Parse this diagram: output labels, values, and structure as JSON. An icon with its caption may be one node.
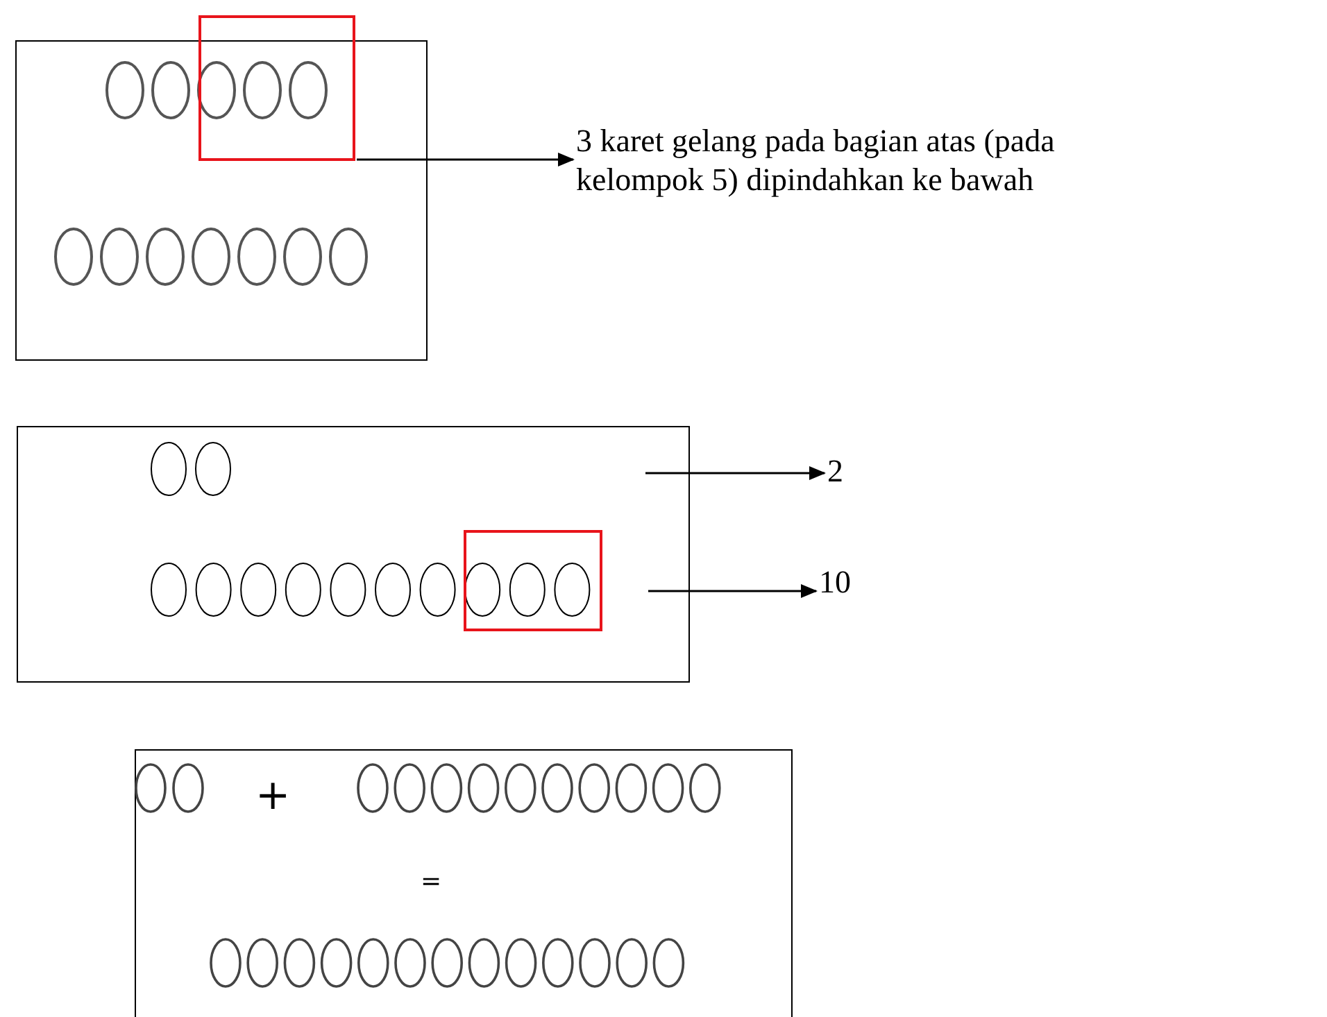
{
  "diagram": {
    "nodes": [
      {
        "text": [],
        "shape": "box"
      },
      {
        "text": [],
        "shape": "box",
        "in": 0
      },
      {
        "text": [
          "3 karet gelang pada bagian atas (pada kelompok 5) dipindahkan ke bawah"
        ]
      },
      {
        "text": [],
        "shape": "box"
      },
      {
        "text": [],
        "shape": "box",
        "in": 3
      },
      {
        "text": [
          "2"
        ]
      },
      {
        "text": [
          "10"
        ]
      },
      {
        "text": [
          "+",
          "="
        ]
      }
    ],
    "edges": [
      {
        "from": 1,
        "to": 2,
        "arrow": "to"
      },
      {
        "from": null,
        "to": 5,
        "arrow": "to"
      },
      {
        "from": null,
        "to": 6,
        "arrow": "to"
      }
    ]
  }
}
